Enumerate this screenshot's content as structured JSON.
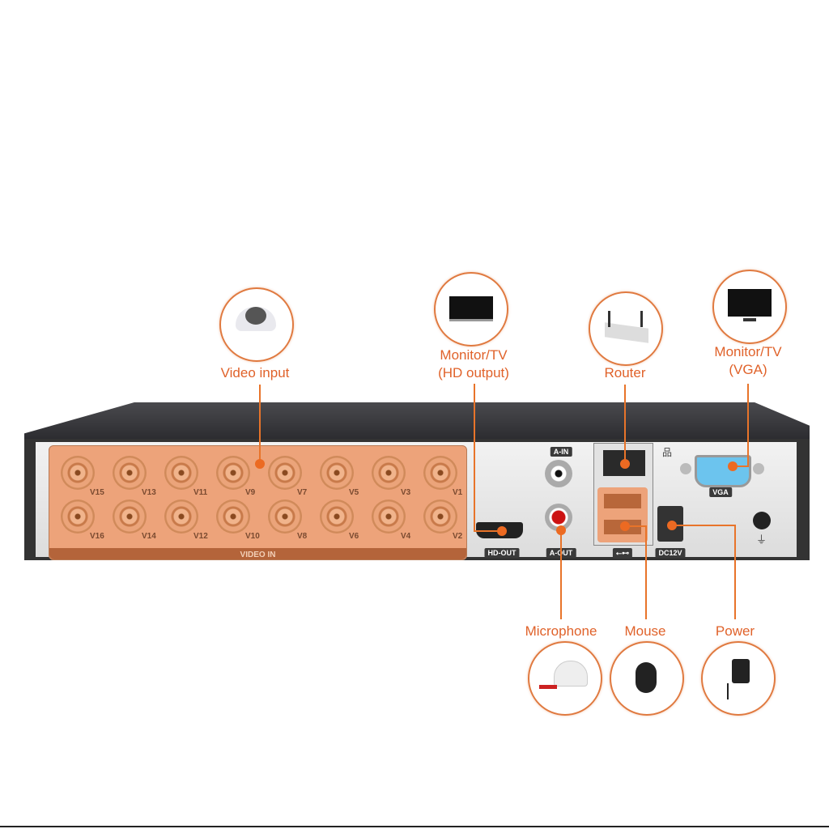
{
  "callouts": {
    "video_input": "Video input",
    "monitor_hd": [
      "Monitor/TV",
      "(HD output)"
    ],
    "router": "Router",
    "monitor_vga": [
      "Monitor/TV",
      "(VGA)"
    ],
    "microphone": "Microphone",
    "mouse": "Mouse",
    "power": "Power"
  },
  "panel": {
    "video_in_label": "VIDEO IN",
    "channels_top": [
      "V15",
      "V13",
      "V11",
      "V9",
      "V7",
      "V5",
      "V3",
      "V1"
    ],
    "channels_bottom": [
      "V16",
      "V14",
      "V12",
      "V10",
      "V8",
      "V6",
      "V4",
      "V2"
    ],
    "hd_out": "HD-OUT",
    "a_in": "A-IN",
    "a_out": "A-OUT",
    "vga": "VGA",
    "usb": "⭠⊷",
    "dc": "DC12V",
    "network_symbol": "品",
    "ground_symbol": "⏚"
  },
  "colors": {
    "accent": "#e8742a",
    "panel": "#eda37a"
  }
}
